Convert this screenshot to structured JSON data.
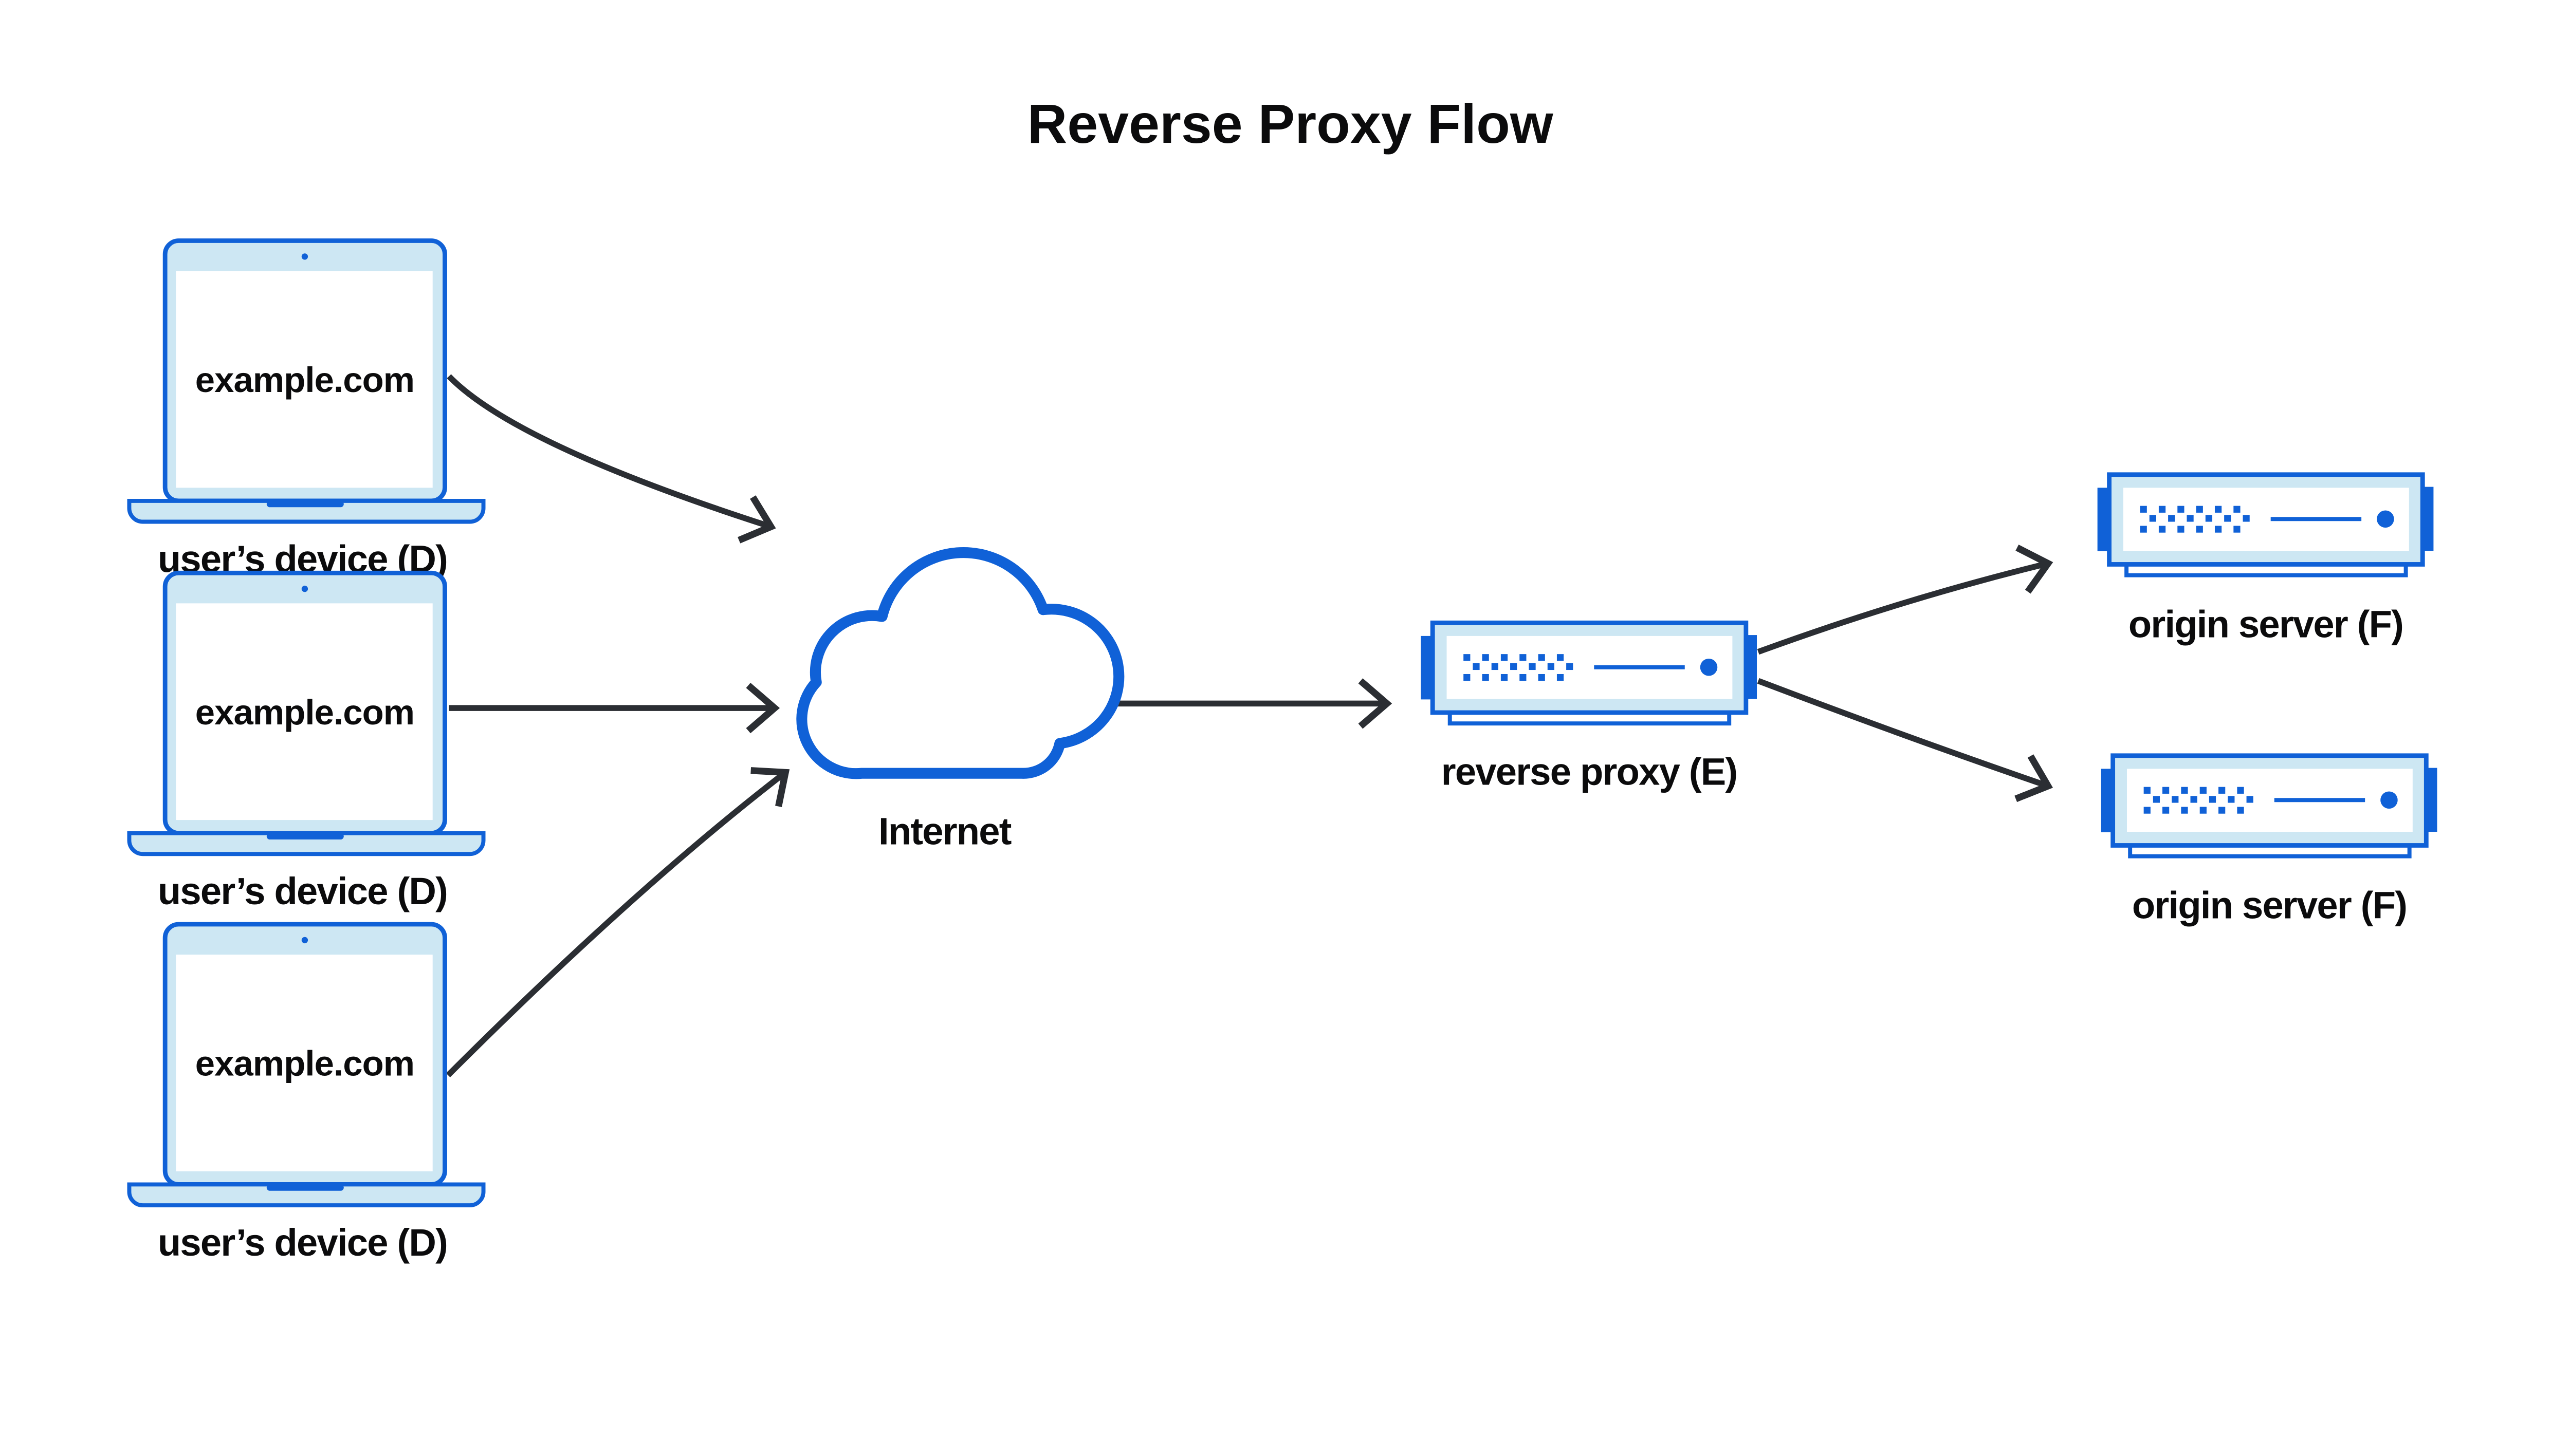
{
  "title": "Reverse Proxy Flow",
  "colors": {
    "accent": "#1061d7",
    "light": "#cde7f3",
    "arrow": "#2b2e33",
    "ink": "#0b0b0c",
    "bg": "#ffffff"
  },
  "icons": {
    "user_device": "laptop-icon",
    "internet": "cloud-icon",
    "reverse_proxy": "server-icon",
    "origin_server": "server-icon",
    "connector": "arrow-icon"
  },
  "nodes": {
    "devices": [
      {
        "id": "user-device-1",
        "screen_text": "example.com",
        "label": "user’s device (D)"
      },
      {
        "id": "user-device-2",
        "screen_text": "example.com",
        "label": "user’s device (D)"
      },
      {
        "id": "user-device-3",
        "screen_text": "example.com",
        "label": "user’s device (D)"
      }
    ],
    "internet": {
      "id": "internet",
      "label": "Internet"
    },
    "reverse_proxy": {
      "id": "reverse-proxy",
      "label": "reverse proxy (E)"
    },
    "origin_servers": [
      {
        "id": "origin-server-1",
        "label": "origin server (F)"
      },
      {
        "id": "origin-server-2",
        "label": "origin server (F)"
      }
    ]
  },
  "edges": [
    {
      "from": "user-device-1",
      "to": "internet"
    },
    {
      "from": "user-device-2",
      "to": "internet"
    },
    {
      "from": "user-device-3",
      "to": "internet"
    },
    {
      "from": "internet",
      "to": "reverse-proxy"
    },
    {
      "from": "reverse-proxy",
      "to": "origin-server-1"
    },
    {
      "from": "reverse-proxy",
      "to": "origin-server-2"
    }
  ]
}
